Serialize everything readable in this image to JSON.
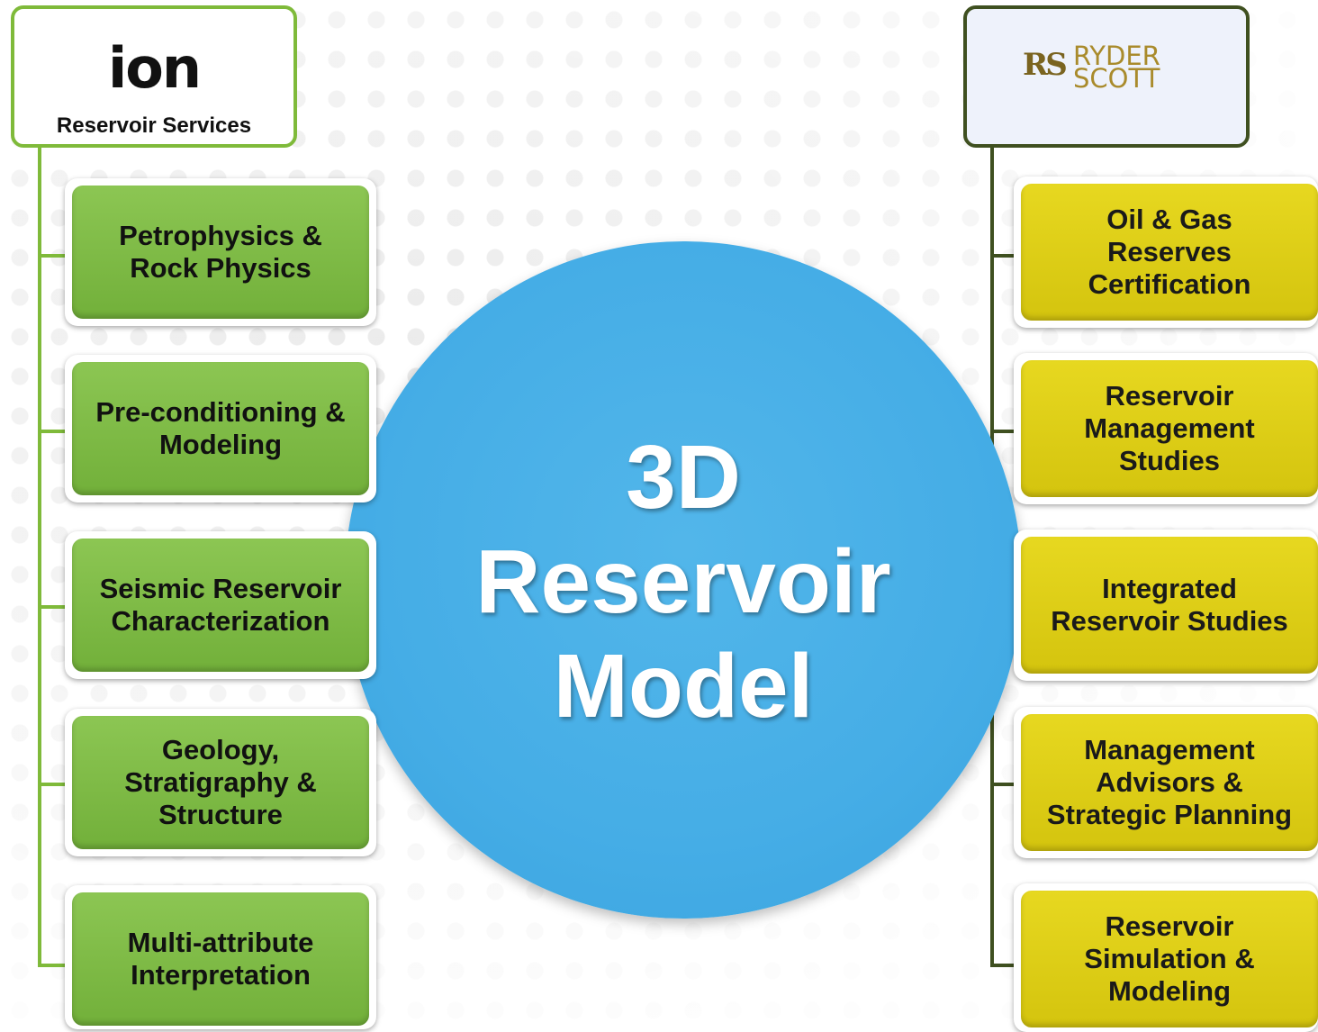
{
  "left_org": {
    "logo_text": "ion",
    "subtitle": "Reservoir Services",
    "accent_color": "#7fba3a",
    "services": [
      [
        "Petrophysics &",
        "Rock Physics"
      ],
      [
        "Pre-conditioning &",
        "Modeling"
      ],
      [
        "Seismic Reservoir",
        "Characterization"
      ],
      [
        "Geology,",
        "Stratigraphy &",
        "Structure"
      ],
      [
        "Multi-attribute",
        "Interpretation"
      ]
    ]
  },
  "right_org": {
    "logo_mark": "RS",
    "logo_name_line1": "RYDER",
    "logo_name_line2": "SCOTT",
    "accent_color": "#d4c40e",
    "services": [
      [
        "Oil & Gas",
        "Reserves",
        "Certification"
      ],
      [
        "Reservoir",
        "Management",
        "Studies"
      ],
      [
        "Integrated",
        "Reservoir Studies"
      ],
      [
        "Management",
        "Advisors &",
        "Strategic Planning"
      ],
      [
        "Reservoir",
        "Simulation &",
        "Modeling"
      ]
    ]
  },
  "center": {
    "lines": [
      "3D",
      "Reservoir",
      "Model"
    ],
    "color": "#45ade6"
  }
}
